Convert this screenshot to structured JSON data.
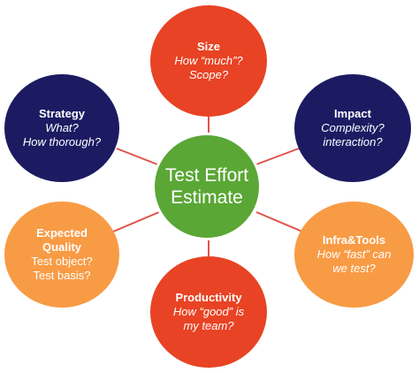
{
  "colors": {
    "red": "#e84324",
    "navy": "#1c1b62",
    "orange": "#f89b45",
    "green": "#5aa736",
    "connector": "#e0524a"
  },
  "center": {
    "line1": "Test Effort",
    "line2": "Estimate"
  },
  "nodes": {
    "size": {
      "title": "Size",
      "sub1": "How “much”?",
      "sub2": "Scope?"
    },
    "strategy": {
      "title": "Strategy",
      "sub1": "What?",
      "sub2": "How thorough?"
    },
    "impact": {
      "title": "Impact",
      "sub1": "Complexity?",
      "sub2": "interaction?"
    },
    "quality": {
      "title1": "Expected",
      "title2": "Quality",
      "sub1": "Test object?",
      "sub2": "Test basis?"
    },
    "infra": {
      "title": "Infra&Tools",
      "sub1": "How “fast” can",
      "sub2": "we test?"
    },
    "productivity": {
      "title": "Productivity",
      "sub1": "How “good” is",
      "sub2": "my team?"
    }
  }
}
